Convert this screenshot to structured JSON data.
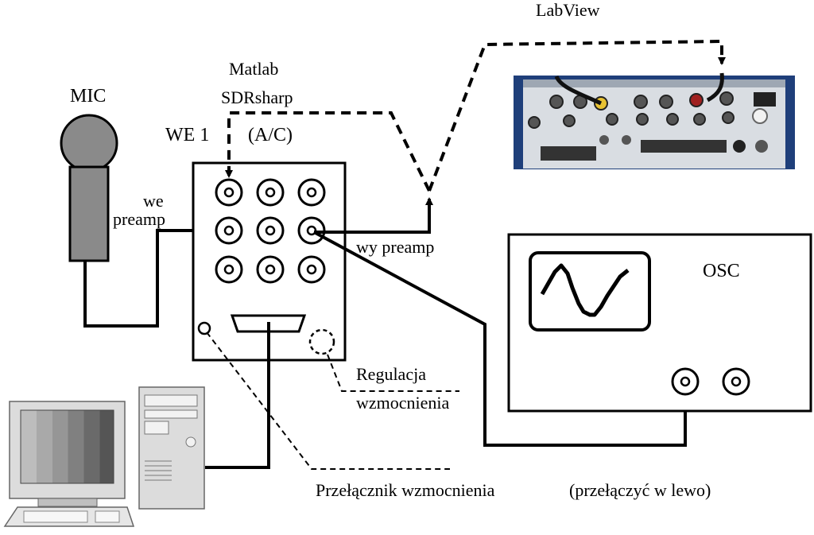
{
  "labels": {
    "mic": "MIC",
    "labview": "LabView",
    "matlab": "Matlab",
    "sdrsharp": "SDRsharp",
    "we1": "WE 1",
    "ac": "(A/C)",
    "we": "we",
    "preamp": "preamp",
    "wy_preamp": "wy preamp",
    "osc": "OSC",
    "regulacja": "Regulacja",
    "wzmocnienia": "wzmocnienia",
    "przelacznik": "Przełącznik wzmocnienia",
    "przelaczyc": "(przełączyć w lewo)"
  },
  "colors": {
    "line": "#000000",
    "mic_gray": "#8a8a8a",
    "daq_panel": "#d9dde2",
    "daq_blue": "#1f3f7a",
    "computer_gray": "#c8c8c8"
  }
}
